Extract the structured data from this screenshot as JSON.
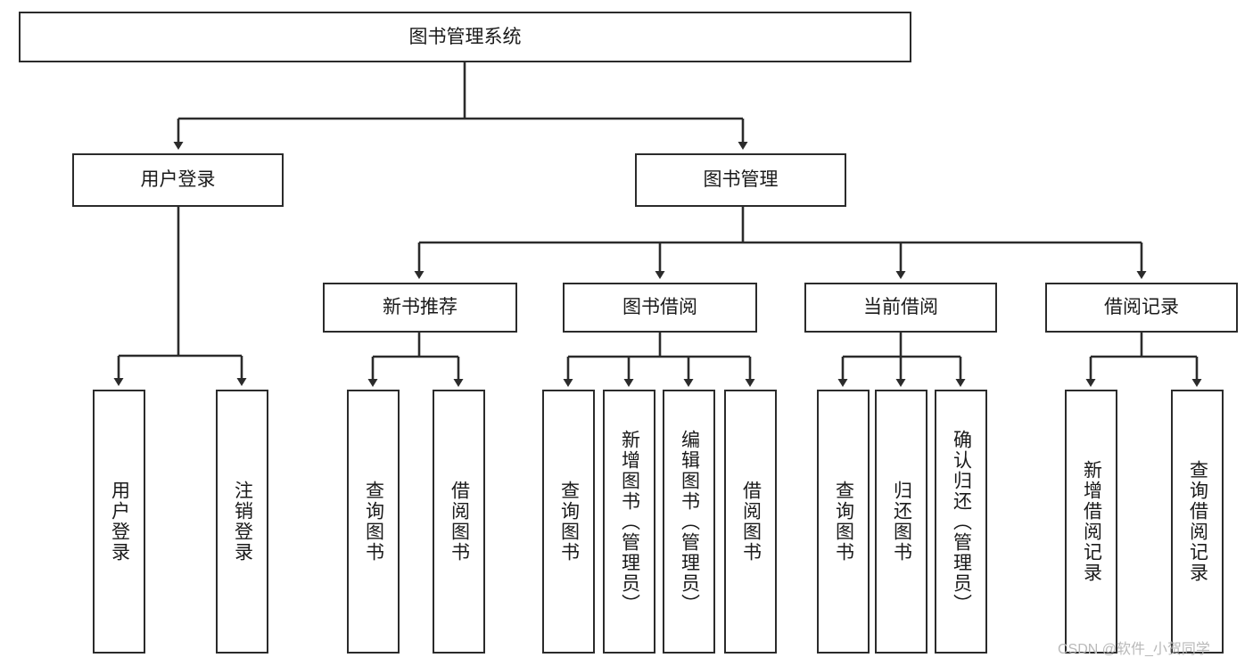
{
  "diagram": {
    "title": "图书管理系统",
    "type": "tree-hierarchy-diagram",
    "root": {
      "label": "图书管理系统"
    },
    "level1": [
      {
        "label": "用户登录"
      },
      {
        "label": "图书管理"
      }
    ],
    "level2": [
      {
        "label": "新书推荐"
      },
      {
        "label": "图书借阅"
      },
      {
        "label": "当前借阅"
      },
      {
        "label": "借阅记录"
      }
    ],
    "leaves": {
      "user_login": [
        {
          "label": "用户登录"
        },
        {
          "label": "注销登录"
        }
      ],
      "new_book_recommend": [
        {
          "label": "查询图书"
        },
        {
          "label": "借阅图书"
        }
      ],
      "book_borrow": [
        {
          "label": "查询图书"
        },
        {
          "label": "新增图书（管理员）"
        },
        {
          "label": "编辑图书（管理员）"
        },
        {
          "label": "借阅图书"
        }
      ],
      "current_borrow": [
        {
          "label": "查询图书"
        },
        {
          "label": "归还图书"
        },
        {
          "label": "确认归还（管理员）"
        }
      ],
      "borrow_record": [
        {
          "label": "新增借阅记录"
        },
        {
          "label": "查询借阅记录"
        }
      ]
    }
  },
  "watermark": {
    "text": "CSDN @软件_小贺同学"
  },
  "colors": {
    "background": "#ffffff",
    "box_border": "#2b2b2b",
    "box_fill": "#ffffff",
    "text": "#1a1a1a",
    "connector": "#2b2b2b",
    "watermark": "#b9b9b9"
  }
}
